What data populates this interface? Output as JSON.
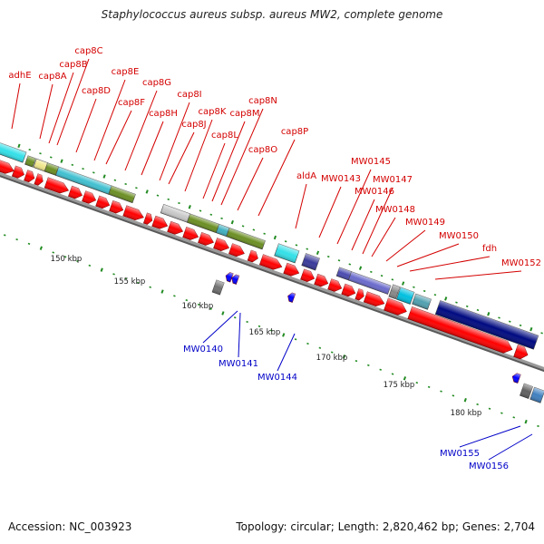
{
  "title": "Staphylococcus aureus subsp. aureus MW2, complete genome",
  "footer": {
    "accession": "Accession: NC_003923",
    "summary": "Topology: circular; Length: 2,820,462 bp; Genes: 2,704"
  },
  "colors": {
    "red_label": "#d40000",
    "blue_label": "#0000c8",
    "backbone": "#9a9a9a",
    "forward_cds": "#ff0000",
    "reverse_cds": "#0000ff",
    "tick": "#228b22"
  },
  "scale_labels": [
    "150 kbp",
    "155 kbp",
    "160 kbp",
    "165 kbp",
    "170 kbp",
    "175 kbp",
    "180 kbp"
  ],
  "top_genes": [
    "adhE",
    "cap8A",
    "cap8B",
    "cap8C",
    "cap8D",
    "cap8E",
    "cap8F",
    "cap8G",
    "cap8H",
    "cap8I",
    "cap8J",
    "cap8K",
    "cap8L",
    "cap8M",
    "cap8N",
    "cap8O",
    "cap8P",
    "aldA",
    "MW0143",
    "MW0145",
    "MW0146",
    "MW0147",
    "MW0148",
    "MW0149",
    "MW0150",
    "fdh",
    "MW0152"
  ],
  "bottom_genes": [
    "MW0140",
    "MW0141",
    "MW0144",
    "MW0155",
    "MW0156"
  ]
}
